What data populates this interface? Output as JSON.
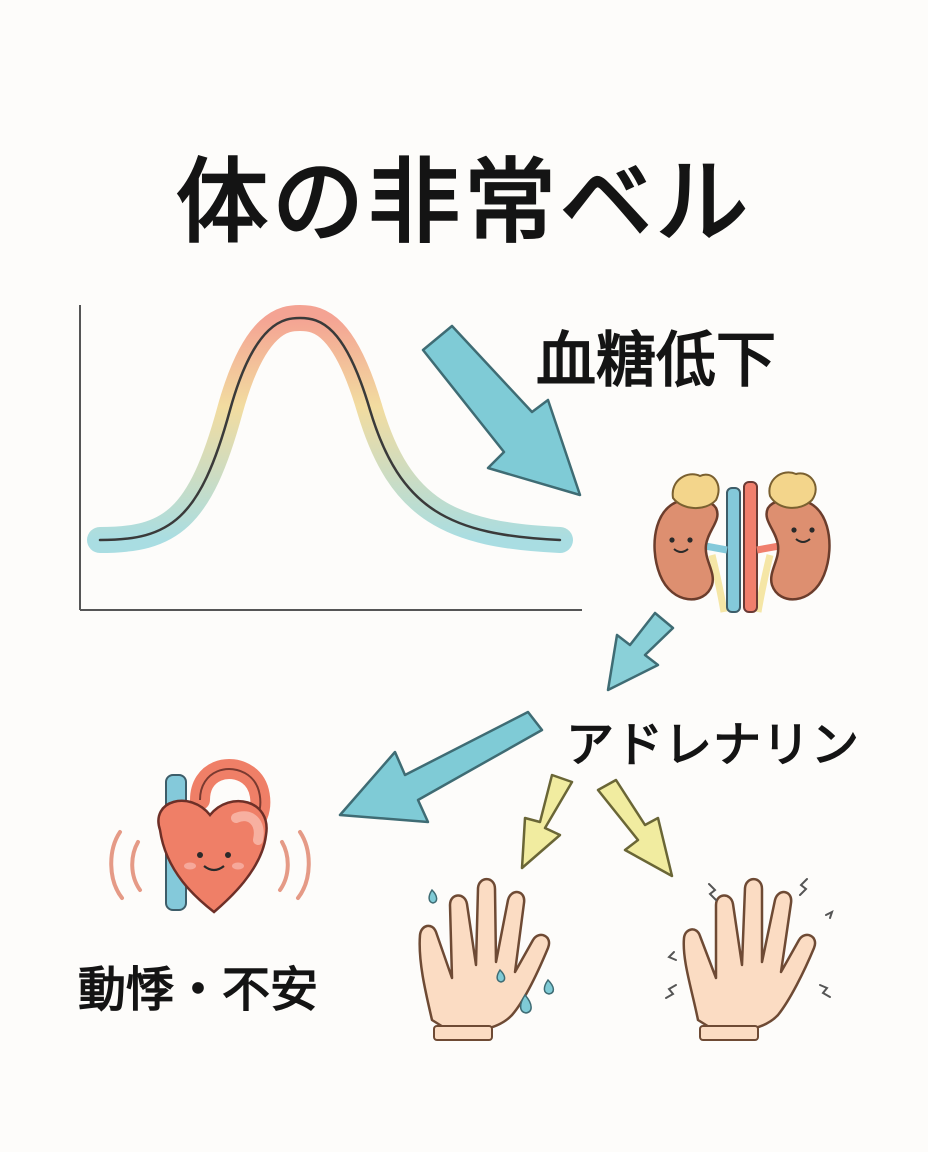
{
  "title": "体の非常ベル",
  "labels": {
    "hypoglycemia": "血糖低下",
    "adrenaline": "アドレナリン",
    "palpitation_anxiety": "動悸・不安"
  },
  "icons": {
    "glucose_curve": "glucose-curve-icon",
    "adrenal_glands": "adrenal-kidney-icon",
    "heart": "heart-icon",
    "sweating_hand": "sweating-hand-icon",
    "trembling_hand": "trembling-hand-icon"
  },
  "colors": {
    "curve_top": "#f4a393",
    "curve_mid": "#f2dca0",
    "curve_bottom": "#a9dde2",
    "blue_arrow": "#7fcbd6",
    "yellow_arrow": "#f1eca0",
    "kidney": "#dd8f70",
    "heart": "#ef7f67",
    "skin": "#fbdcc3"
  }
}
